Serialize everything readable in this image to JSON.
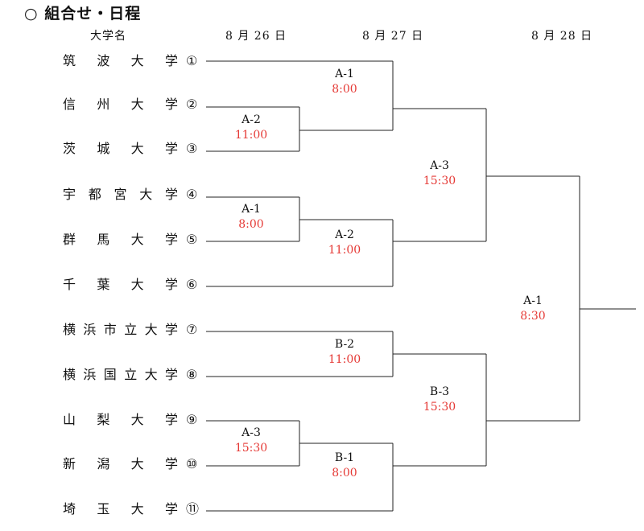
{
  "title": "○ 組合せ・日程",
  "headers": {
    "university": "大学名",
    "day1": "8 月 26 日",
    "day2": "8 月 27 日",
    "day3": "8 月 28 日"
  },
  "teams": [
    {
      "name": "筑波大学",
      "num": "①"
    },
    {
      "name": "信州大学",
      "num": "②"
    },
    {
      "name": "茨城大学",
      "num": "③"
    },
    {
      "name": "宇都宮大学",
      "num": "④"
    },
    {
      "name": "群馬大学",
      "num": "⑤"
    },
    {
      "name": "千葉大学",
      "num": "⑥"
    },
    {
      "name": "横浜市立大学",
      "num": "⑦"
    },
    {
      "name": "横浜国立大学",
      "num": "⑧"
    },
    {
      "name": "山梨大学",
      "num": "⑨"
    },
    {
      "name": "新潟大学",
      "num": "⑩"
    },
    {
      "name": "埼玉大学",
      "num": "⑪"
    }
  ],
  "matches": {
    "m1": {
      "code": "A-2",
      "time": "11:00"
    },
    "m2": {
      "code": "A-1",
      "time": "8:00"
    },
    "m3": {
      "code": "A-3",
      "time": "15:30"
    },
    "m4": {
      "code": "A-1",
      "time": "8:00"
    },
    "m5": {
      "code": "A-2",
      "time": "11:00"
    },
    "m6": {
      "code": "B-2",
      "time": "11:00"
    },
    "m7": {
      "code": "B-1",
      "time": "8:00"
    },
    "m8": {
      "code": "A-3",
      "time": "15:30"
    },
    "m9": {
      "code": "B-3",
      "time": "15:30"
    },
    "m10": {
      "code": "A-1",
      "time": "8:30"
    }
  },
  "colors": {
    "time": "#e53935",
    "line": "#222222"
  }
}
